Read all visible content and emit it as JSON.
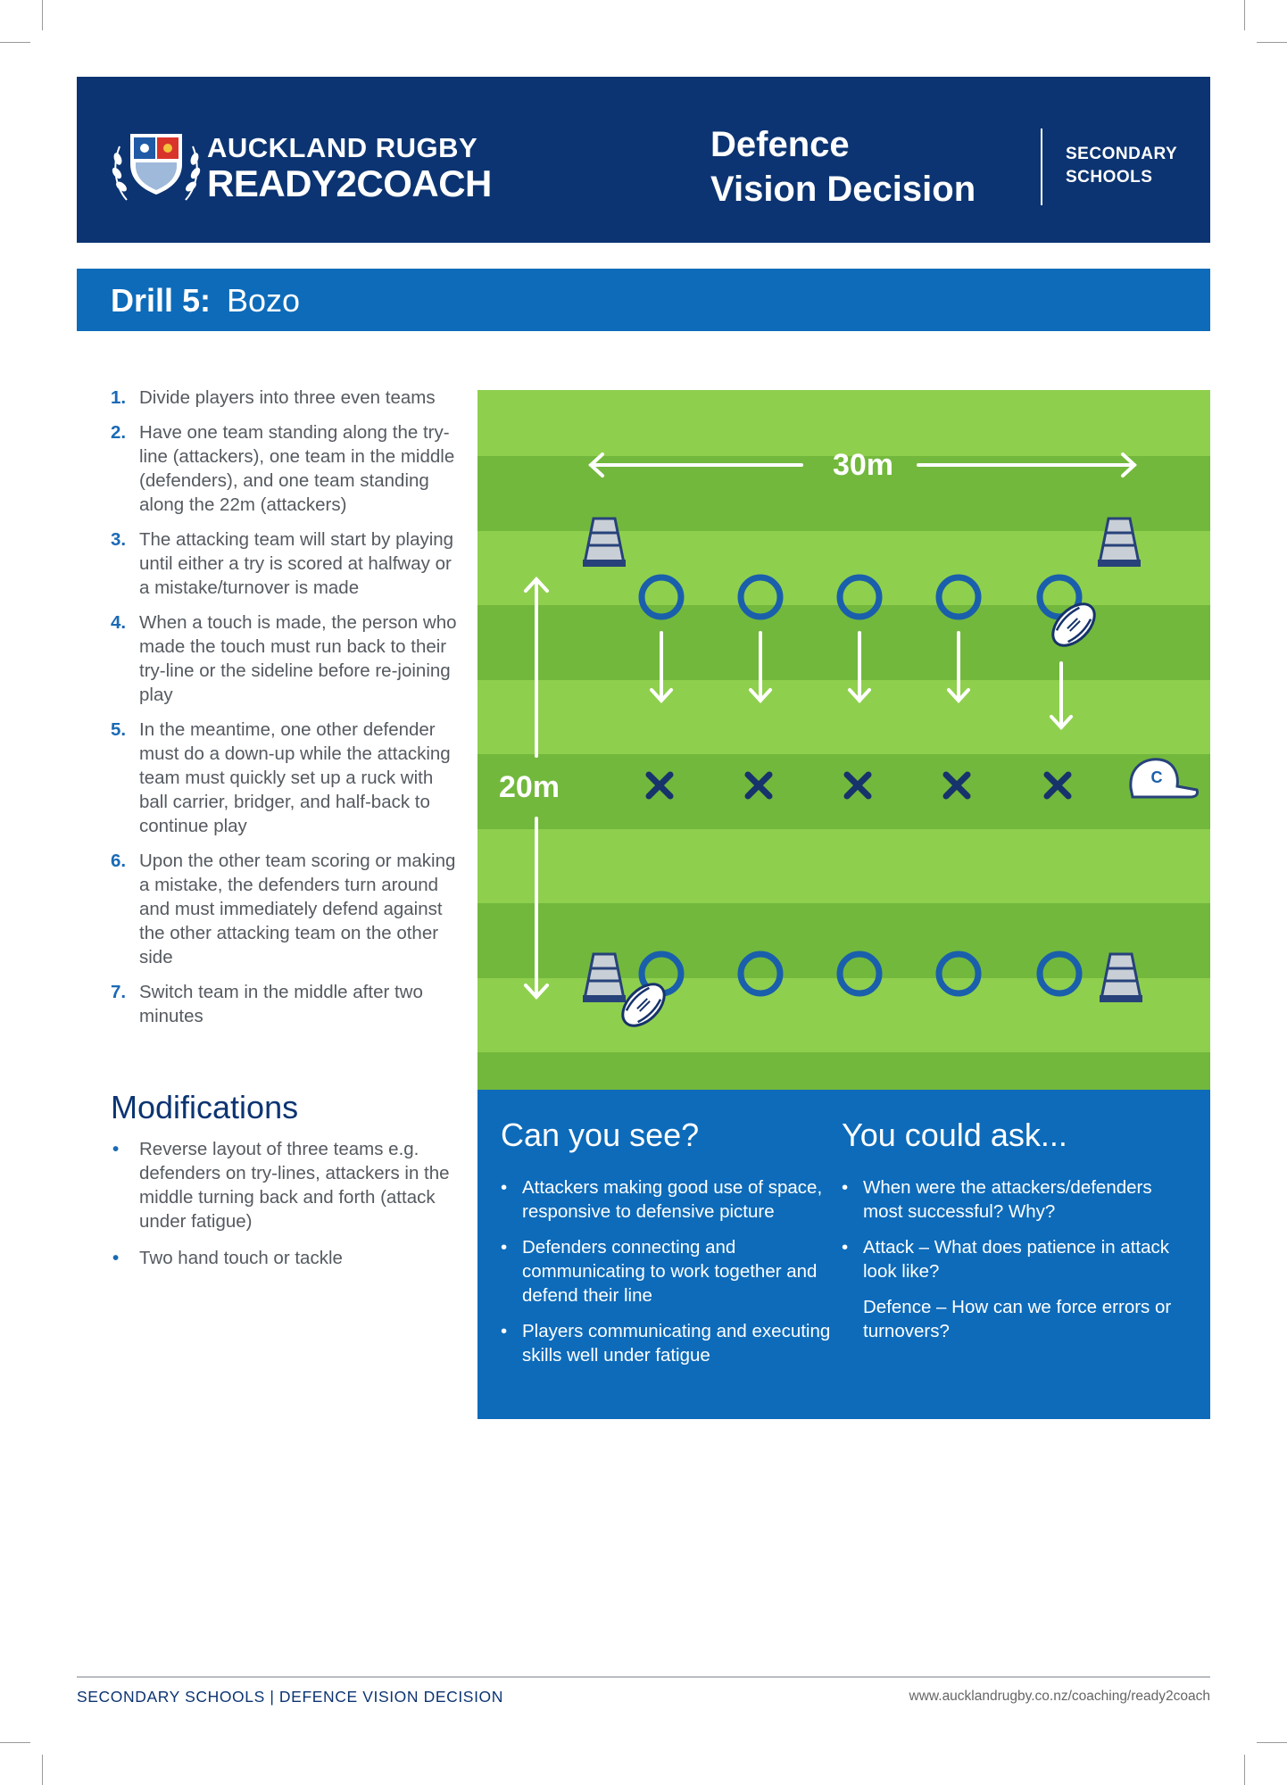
{
  "header": {
    "brand_line1": "AUCKLAND RUGBY",
    "brand_line2": "READY2COACH",
    "title_line1": "Defence",
    "title_line2": "Vision Decision",
    "sub_line1": "SECONDARY",
    "sub_line2": "SCHOOLS"
  },
  "drill": {
    "label": "Drill 5:",
    "name": "Bozo"
  },
  "steps": [
    {
      "num": "1.",
      "text": "Divide players into three even teams"
    },
    {
      "num": "2.",
      "text": "Have one team standing along the try-line (attackers), one team in the middle (defenders), and one team standing along the 22m (attackers)"
    },
    {
      "num": "3.",
      "text": "The attacking team will start by playing until either a try is scored at halfway or a mistake/turnover is made"
    },
    {
      "num": "4.",
      "text": "When a touch is made, the person who made the touch must run back to their try-line or the sideline before re-joining play"
    },
    {
      "num": "5.",
      "text": "In the meantime, one other defender must do a down-up while the attacking team must quickly set up a ruck with ball carrier, bridger, and half-back to continue play"
    },
    {
      "num": "6.",
      "text": "Upon the other team scoring or making a mistake, the defenders turn around and must immediately defend against the other attacking team on the other side"
    },
    {
      "num": "7.",
      "text": "Switch team in the middle after two minutes"
    }
  ],
  "modifications": {
    "title": "Modifications",
    "items": [
      "Reverse layout of three teams e.g. defenders on try-lines, attackers in the middle turning back and forth (attack under fatigue)",
      "Two hand touch or tackle"
    ]
  },
  "field": {
    "width_label": "30m",
    "height_label": "20m",
    "coach_label": "C"
  },
  "can_you_see": {
    "title": "Can you see?",
    "items": [
      "Attackers making good use of space, responsive to defensive picture",
      "Defenders connecting and communicating to work together and defend their line",
      "Players communicating and executing skills well under fatigue"
    ]
  },
  "you_could_ask": {
    "title": "You could ask...",
    "items": [
      "When were the attackers/defenders most successful? Why?",
      "Attack – What does patience in attack look like?"
    ],
    "extra": "Defence – How can we force errors or turnovers?"
  },
  "footer": {
    "left": "SECONDARY SCHOOLS | DEFENCE VISION DECISION",
    "right": "www.aucklandrugby.co.nz/coaching/ready2coach"
  },
  "colors": {
    "navy": "#0c3472",
    "blue": "#0d6bba",
    "grass_light": "#8fcf4e",
    "grass_dark": "#72b83d"
  }
}
